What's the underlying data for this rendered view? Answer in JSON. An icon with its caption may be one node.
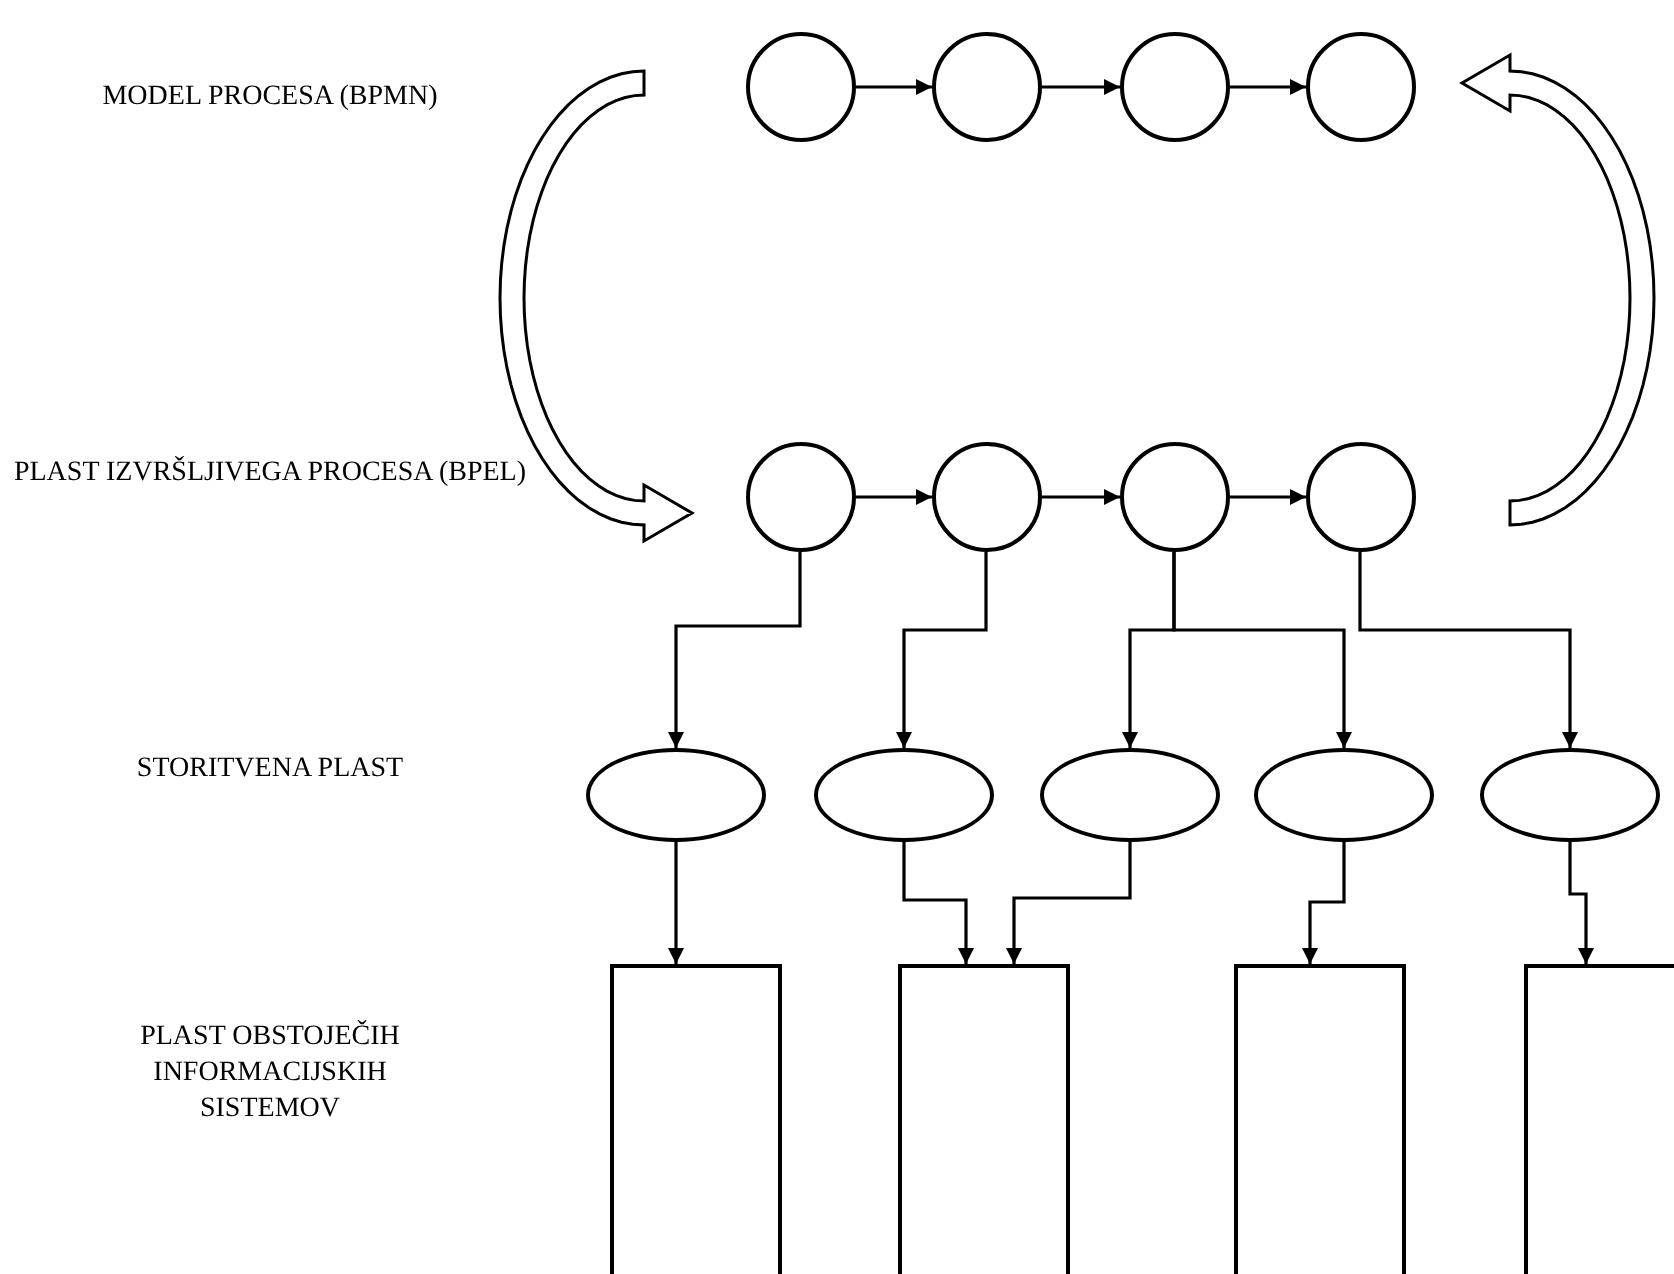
{
  "diagram": {
    "nodes": [
      {
        "text": [],
        "shape": "circle"
      },
      {
        "text": [],
        "shape": "circle"
      },
      {
        "text": [],
        "shape": "circle"
      },
      {
        "text": [],
        "shape": "circle"
      },
      {
        "text": [],
        "shape": "circle"
      },
      {
        "text": [],
        "shape": "circle"
      },
      {
        "text": [],
        "shape": "circle"
      },
      {
        "text": [],
        "shape": "circle"
      },
      {
        "text": [],
        "shape": "ellipse"
      },
      {
        "text": [],
        "shape": "ellipse"
      },
      {
        "text": [],
        "shape": "ellipse"
      },
      {
        "text": [],
        "shape": "ellipse"
      },
      {
        "text": [],
        "shape": "ellipse"
      },
      {
        "text": [],
        "shape": "box"
      },
      {
        "text": [],
        "shape": "box"
      },
      {
        "text": [],
        "shape": "box"
      },
      {
        "text": [],
        "shape": "box"
      }
    ],
    "edges": [
      {
        "from": 0,
        "to": 1,
        "arrow": "to"
      },
      {
        "from": 1,
        "to": 2,
        "arrow": "to"
      },
      {
        "from": 2,
        "to": 3,
        "arrow": "to"
      },
      {
        "from": 4,
        "to": 5,
        "arrow": "to"
      },
      {
        "from": 5,
        "to": 6,
        "arrow": "to"
      },
      {
        "from": 6,
        "to": 7,
        "arrow": "to"
      },
      {
        "from": 4,
        "to": 8,
        "arrow": "to"
      },
      {
        "from": 5,
        "to": 9,
        "arrow": "to"
      },
      {
        "from": 6,
        "to": 10,
        "arrow": "to"
      },
      {
        "from": 6,
        "to": 11,
        "arrow": "to"
      },
      {
        "from": 7,
        "to": 12,
        "arrow": "to"
      },
      {
        "from": 8,
        "to": 13,
        "arrow": "to"
      },
      {
        "from": 9,
        "to": 14,
        "arrow": "to"
      },
      {
        "from": 10,
        "to": 14,
        "arrow": "to"
      },
      {
        "from": 11,
        "to": 15,
        "arrow": "to"
      },
      {
        "from": 12,
        "to": 16,
        "arrow": "to"
      }
    ],
    "labels": [
      "MODEL PROCESA (BPMN)",
      "PLAST IZVRŠLJIVEGA PROCESA (BPEL)",
      "STORITVENA PLAST",
      "PLAST OBSTOJEČIH INFORMACIJSKIH SISTEMOV"
    ]
  }
}
